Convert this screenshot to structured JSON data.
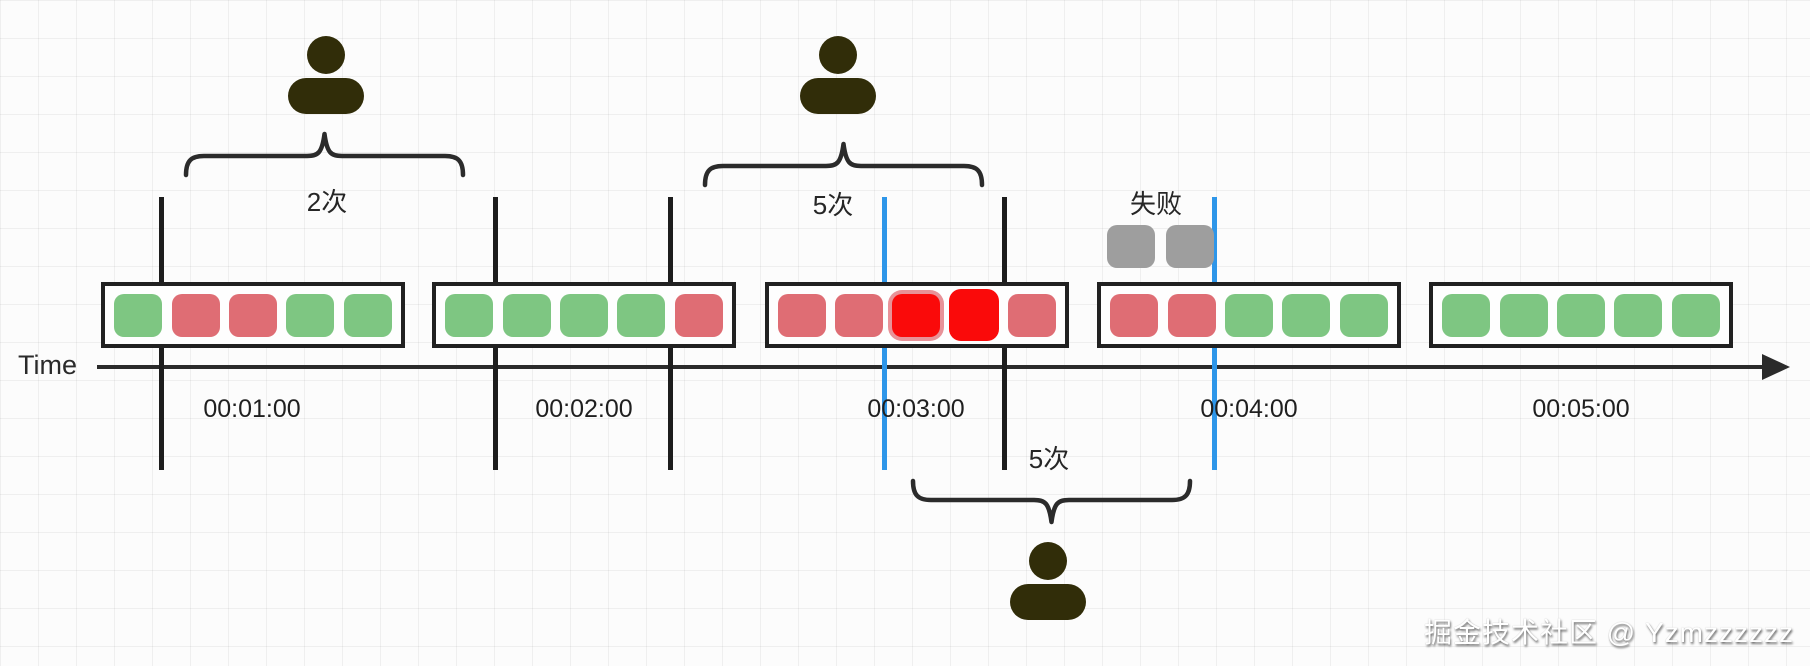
{
  "axis": {
    "label": "Time",
    "ticks": [
      "00:01:00",
      "00:02:00",
      "00:03:00",
      "00:04:00",
      "00:05:00"
    ]
  },
  "annotations": {
    "window1_user_count": "2次",
    "window3_user_count": "5次",
    "failed_label": "失败",
    "sliding_window_count": "5次"
  },
  "windows": [
    {
      "slots": [
        "pass",
        "limited",
        "limited",
        "pass",
        "pass"
      ]
    },
    {
      "slots": [
        "pass",
        "pass",
        "pass",
        "pass",
        "limited"
      ]
    },
    {
      "slots": [
        "limited",
        "limited",
        "burst-glow",
        "burst",
        "limited"
      ]
    },
    {
      "slots": [
        "limited",
        "limited",
        "pass",
        "pass",
        "pass"
      ]
    },
    {
      "slots": [
        "pass",
        "pass",
        "pass",
        "pass",
        "pass"
      ]
    }
  ],
  "failed_attempts": {
    "slots": [
      "fail",
      "fail"
    ]
  },
  "palette": {
    "pass": "#7ec682",
    "limited": "#df6d74",
    "burst": "#fa0a0a",
    "burst-glow": "#fa0a0a",
    "fail": "#9e9e9e",
    "blue_line": "#2e96e9",
    "black_line": "#1d1d1d",
    "user_icon": "#312d09"
  },
  "watermark": "掘金技术社区 @ Yzmzzzzzz"
}
